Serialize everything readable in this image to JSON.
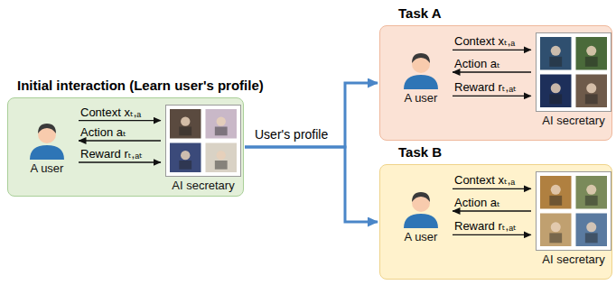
{
  "diagram": {
    "nodes": [
      {
        "text": [
          "Initial interaction (Learn user's profile)"
        ]
      },
      {
        "text": [
          "A user"
        ],
        "in": 0
      },
      {
        "text": [
          "AI secretary"
        ],
        "in": 0
      },
      {
        "text": [
          "Task A"
        ]
      },
      {
        "text": [
          "A user"
        ],
        "in": 3
      },
      {
        "text": [
          "AI secretary"
        ],
        "in": 3
      },
      {
        "text": [
          "Task B"
        ]
      },
      {
        "text": [
          "A user"
        ],
        "in": 6
      },
      {
        "text": [
          "AI secretary"
        ],
        "in": 6
      }
    ],
    "edges": [
      {
        "from": 1,
        "to": 2,
        "label": "Context xₜ,ₐ",
        "arrow": "to"
      },
      {
        "from": 2,
        "to": 1,
        "label": "Action aₜ",
        "arrow": "to"
      },
      {
        "from": 1,
        "to": 2,
        "label": "Reward rₜ,ₐₜ",
        "arrow": "to"
      },
      {
        "from": 0,
        "to": 3,
        "label": "User's profile",
        "arrow": "to"
      },
      {
        "from": 0,
        "to": 6,
        "arrow": "to"
      },
      {
        "from": 4,
        "to": 5,
        "label": "Context xₜ,ₐ",
        "arrow": "to"
      },
      {
        "from": 5,
        "to": 4,
        "label": "Action aₜ",
        "arrow": "to"
      },
      {
        "from": 4,
        "to": 5,
        "label": "Reward rₜ,ₐₜ",
        "arrow": "to"
      },
      {
        "from": 7,
        "to": 8,
        "label": "Context xₜ,ₐ",
        "arrow": "to"
      },
      {
        "from": 8,
        "to": 7,
        "label": "Action aₜ",
        "arrow": "to"
      },
      {
        "from": 7,
        "to": 8,
        "label": "Reward rₜ,ₐₜ",
        "arrow": "to"
      }
    ]
  }
}
